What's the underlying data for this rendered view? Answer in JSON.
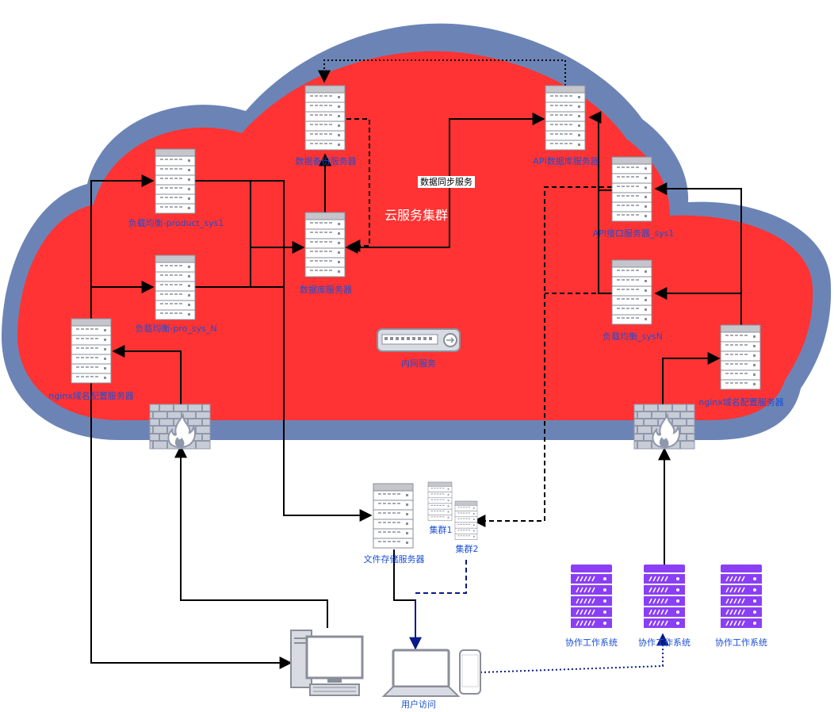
{
  "diagram": {
    "title": "云服务集群",
    "colors": {
      "cloud_outer": "#6c84b5",
      "cloud_inner": "#ff3333",
      "server_gray": "#c4c6cc",
      "server_dark": "#8a8e99",
      "server_purple": "#8a3ff5",
      "firewall": "#9aa3b7",
      "label_blue": "#1a4fd6"
    },
    "nodes": {
      "backup_db": "数据备份服务器",
      "api_db": "API数据库服务器",
      "lb_product": "负载均衡-product_sys1",
      "lb_pro_n": "负载均衡-pro_sys_N",
      "db_server": "数据库服务器",
      "api_sys1": "API接口服务器_sys1",
      "lb_sysn": "负载均衡_sysN",
      "nginx_left": "nginx域名配置服务器",
      "nginx_right": "nginx域名配置服务器",
      "intranet": "内网服务",
      "file_storage": "文件存储服务器",
      "cluster1": "集群1",
      "cluster2": "集群2",
      "collab1": "协作工作系统",
      "collab2": "协作工作系统",
      "collab3": "协作工作系统",
      "user_access": "用户访问"
    },
    "edges": {
      "sync_label": "数据同步服务"
    }
  }
}
